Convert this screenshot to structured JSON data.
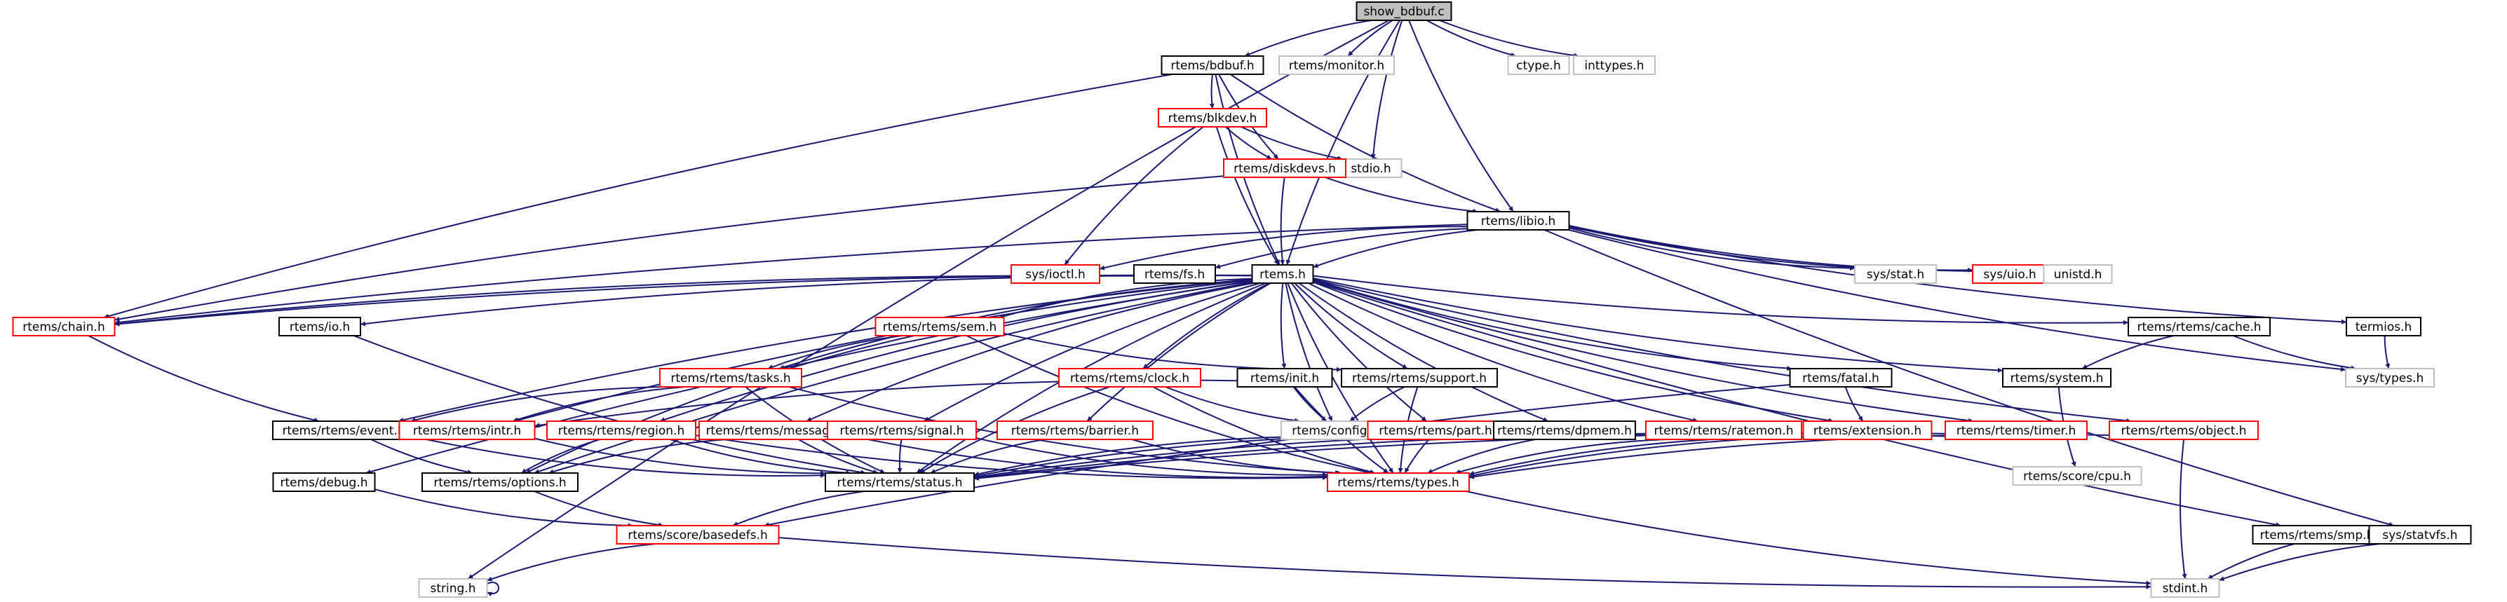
{
  "diagram": {
    "colors": {
      "edge": "#191970",
      "root_fill": "#bfbfbf",
      "root_border": "#000000",
      "documented_border": "#000000",
      "incomplete_border": "#ff0000",
      "external_border": "#bfbfbf",
      "external_text": "#000000"
    },
    "nodes": [
      {
        "id": "show_bdbuf",
        "label": "show_bdbuf.c",
        "kind": "root"
      },
      {
        "id": "bdbuf",
        "label": "rtems/bdbuf.h",
        "kind": "documented"
      },
      {
        "id": "monitor",
        "label": "rtems/monitor.h",
        "kind": "external"
      },
      {
        "id": "ctype",
        "label": "ctype.h",
        "kind": "external"
      },
      {
        "id": "inttypes",
        "label": "inttypes.h",
        "kind": "external"
      },
      {
        "id": "blkdev",
        "label": "rtems/blkdev.h",
        "kind": "incomplete"
      },
      {
        "id": "stdio",
        "label": "stdio.h",
        "kind": "external"
      },
      {
        "id": "diskdevs",
        "label": "rtems/diskdevs.h",
        "kind": "incomplete"
      },
      {
        "id": "libio",
        "label": "rtems/libio.h",
        "kind": "documented"
      },
      {
        "id": "ioctl",
        "label": "sys/ioctl.h",
        "kind": "incomplete"
      },
      {
        "id": "fs",
        "label": "rtems/fs.h",
        "kind": "documented"
      },
      {
        "id": "rtems",
        "label": "rtems.h",
        "kind": "documented"
      },
      {
        "id": "sysstat",
        "label": "sys/stat.h",
        "kind": "external"
      },
      {
        "id": "uio",
        "label": "sys/uio.h",
        "kind": "incomplete"
      },
      {
        "id": "unistd",
        "label": "unistd.h",
        "kind": "external"
      },
      {
        "id": "chain",
        "label": "rtems/chain.h",
        "kind": "incomplete"
      },
      {
        "id": "io",
        "label": "rtems/io.h",
        "kind": "documented"
      },
      {
        "id": "sem",
        "label": "rtems/rtems/sem.h",
        "kind": "incomplete"
      },
      {
        "id": "cache",
        "label": "rtems/rtems/cache.h",
        "kind": "documented"
      },
      {
        "id": "termios",
        "label": "termios.h",
        "kind": "documented"
      },
      {
        "id": "tasks",
        "label": "rtems/rtems/tasks.h",
        "kind": "incomplete"
      },
      {
        "id": "clock",
        "label": "rtems/rtems/clock.h",
        "kind": "incomplete"
      },
      {
        "id": "init",
        "label": "rtems/init.h",
        "kind": "documented"
      },
      {
        "id": "support",
        "label": "rtems/rtems/support.h",
        "kind": "documented"
      },
      {
        "id": "fatal",
        "label": "rtems/fatal.h",
        "kind": "documented"
      },
      {
        "id": "system",
        "label": "rtems/system.h",
        "kind": "documented"
      },
      {
        "id": "systypes",
        "label": "sys/types.h",
        "kind": "external"
      },
      {
        "id": "event",
        "label": "rtems/rtems/event.h",
        "kind": "documented"
      },
      {
        "id": "intr",
        "label": "rtems/rtems/intr.h",
        "kind": "incomplete"
      },
      {
        "id": "region",
        "label": "rtems/rtems/region.h",
        "kind": "incomplete"
      },
      {
        "id": "message",
        "label": "rtems/rtems/message.h",
        "kind": "incomplete"
      },
      {
        "id": "signal",
        "label": "rtems/rtems/signal.h",
        "kind": "incomplete"
      },
      {
        "id": "barrier",
        "label": "rtems/rtems/barrier.h",
        "kind": "incomplete"
      },
      {
        "id": "config",
        "label": "rtems/config.h",
        "kind": "external"
      },
      {
        "id": "part",
        "label": "rtems/rtems/part.h",
        "kind": "incomplete"
      },
      {
        "id": "dpmem",
        "label": "rtems/rtems/dpmem.h",
        "kind": "documented"
      },
      {
        "id": "ratemon",
        "label": "rtems/rtems/ratemon.h",
        "kind": "incomplete"
      },
      {
        "id": "extension",
        "label": "rtems/extension.h",
        "kind": "incomplete"
      },
      {
        "id": "timer",
        "label": "rtems/rtems/timer.h",
        "kind": "incomplete"
      },
      {
        "id": "object",
        "label": "rtems/rtems/object.h",
        "kind": "incomplete"
      },
      {
        "id": "scorecpu",
        "label": "rtems/score/cpu.h",
        "kind": "external"
      },
      {
        "id": "debug",
        "label": "rtems/debug.h",
        "kind": "documented"
      },
      {
        "id": "options",
        "label": "rtems/rtems/options.h",
        "kind": "documented"
      },
      {
        "id": "status",
        "label": "rtems/rtems/status.h",
        "kind": "documented"
      },
      {
        "id": "types",
        "label": "rtems/rtems/types.h",
        "kind": "incomplete"
      },
      {
        "id": "basedefs",
        "label": "rtems/score/basedefs.h",
        "kind": "incomplete"
      },
      {
        "id": "smp",
        "label": "rtems/rtems/smp.h",
        "kind": "documented"
      },
      {
        "id": "statvfs",
        "label": "sys/statvfs.h",
        "kind": "documented"
      },
      {
        "id": "string",
        "label": "string.h",
        "kind": "external"
      },
      {
        "id": "stdint",
        "label": "stdint.h",
        "kind": "external"
      }
    ],
    "edges": [
      [
        "show_bdbuf",
        "bdbuf"
      ],
      [
        "show_bdbuf",
        "monitor"
      ],
      [
        "show_bdbuf",
        "ctype"
      ],
      [
        "show_bdbuf",
        "inttypes"
      ],
      [
        "show_bdbuf",
        "stdio"
      ],
      [
        "show_bdbuf",
        "libio"
      ],
      [
        "show_bdbuf",
        "rtems"
      ],
      [
        "show_bdbuf",
        "string"
      ],
      [
        "bdbuf",
        "blkdev"
      ],
      [
        "bdbuf",
        "diskdevs"
      ],
      [
        "bdbuf",
        "libio"
      ],
      [
        "bdbuf",
        "rtems"
      ],
      [
        "bdbuf",
        "chain"
      ],
      [
        "blkdev",
        "stdio"
      ],
      [
        "blkdev",
        "diskdevs"
      ],
      [
        "blkdev",
        "rtems"
      ],
      [
        "blkdev",
        "ioctl"
      ],
      [
        "diskdevs",
        "libio"
      ],
      [
        "diskdevs",
        "rtems"
      ],
      [
        "diskdevs",
        "chain"
      ],
      [
        "libio",
        "ioctl"
      ],
      [
        "libio",
        "fs"
      ],
      [
        "libio",
        "rtems"
      ],
      [
        "libio",
        "sysstat"
      ],
      [
        "libio",
        "uio"
      ],
      [
        "libio",
        "unistd"
      ],
      [
        "libio",
        "termios"
      ],
      [
        "libio",
        "statvfs"
      ],
      [
        "libio",
        "systypes"
      ],
      [
        "libio",
        "chain"
      ],
      [
        "fs",
        "chain"
      ],
      [
        "rtems",
        "chain"
      ],
      [
        "rtems",
        "io"
      ],
      [
        "rtems",
        "sem"
      ],
      [
        "rtems",
        "cache"
      ],
      [
        "rtems",
        "tasks"
      ],
      [
        "rtems",
        "clock"
      ],
      [
        "rtems",
        "init"
      ],
      [
        "rtems",
        "support"
      ],
      [
        "rtems",
        "fatal"
      ],
      [
        "rtems",
        "system"
      ],
      [
        "rtems",
        "event"
      ],
      [
        "rtems",
        "intr"
      ],
      [
        "rtems",
        "region"
      ],
      [
        "rtems",
        "message"
      ],
      [
        "rtems",
        "signal"
      ],
      [
        "rtems",
        "barrier"
      ],
      [
        "rtems",
        "config"
      ],
      [
        "rtems",
        "part"
      ],
      [
        "rtems",
        "dpmem"
      ],
      [
        "rtems",
        "ratemon"
      ],
      [
        "rtems",
        "extension"
      ],
      [
        "rtems",
        "timer"
      ],
      [
        "rtems",
        "object"
      ],
      [
        "rtems",
        "debug"
      ],
      [
        "rtems",
        "options"
      ],
      [
        "rtems",
        "status"
      ],
      [
        "rtems",
        "types"
      ],
      [
        "rtems",
        "smp"
      ],
      [
        "chain",
        "event"
      ],
      [
        "io",
        "status"
      ],
      [
        "sem",
        "tasks"
      ],
      [
        "sem",
        "support"
      ],
      [
        "sem",
        "options"
      ],
      [
        "sem",
        "types"
      ],
      [
        "cache",
        "system"
      ],
      [
        "cache",
        "systypes"
      ],
      [
        "termios",
        "systypes"
      ],
      [
        "tasks",
        "event"
      ],
      [
        "tasks",
        "intr"
      ],
      [
        "tasks",
        "status"
      ],
      [
        "tasks",
        "types"
      ],
      [
        "clock",
        "config"
      ],
      [
        "clock",
        "status"
      ],
      [
        "clock",
        "types"
      ],
      [
        "init",
        "config"
      ],
      [
        "init",
        "types"
      ],
      [
        "init",
        "intr"
      ],
      [
        "support",
        "config"
      ],
      [
        "support",
        "types"
      ],
      [
        "fatal",
        "extension"
      ],
      [
        "fatal",
        "basedefs"
      ],
      [
        "system",
        "scorecpu"
      ],
      [
        "event",
        "options"
      ],
      [
        "event",
        "status"
      ],
      [
        "intr",
        "status"
      ],
      [
        "region",
        "options"
      ],
      [
        "region",
        "status"
      ],
      [
        "region",
        "types"
      ],
      [
        "message",
        "options"
      ],
      [
        "message",
        "status"
      ],
      [
        "message",
        "types"
      ],
      [
        "signal",
        "status"
      ],
      [
        "signal",
        "types"
      ],
      [
        "barrier",
        "status"
      ],
      [
        "barrier",
        "types"
      ],
      [
        "part",
        "status"
      ],
      [
        "part",
        "types"
      ],
      [
        "dpmem",
        "status"
      ],
      [
        "dpmem",
        "types"
      ],
      [
        "ratemon",
        "status"
      ],
      [
        "ratemon",
        "types"
      ],
      [
        "extension",
        "status"
      ],
      [
        "extension",
        "types"
      ],
      [
        "timer",
        "status"
      ],
      [
        "timer",
        "types"
      ],
      [
        "object",
        "types"
      ],
      [
        "object",
        "stdint"
      ],
      [
        "debug",
        "basedefs"
      ],
      [
        "options",
        "basedefs"
      ],
      [
        "status",
        "basedefs"
      ],
      [
        "types",
        "stdint"
      ],
      [
        "basedefs",
        "string"
      ],
      [
        "basedefs",
        "stdint"
      ],
      [
        "smp",
        "stdint"
      ],
      [
        "statvfs",
        "stdint"
      ],
      [
        "string",
        "string"
      ]
    ]
  }
}
